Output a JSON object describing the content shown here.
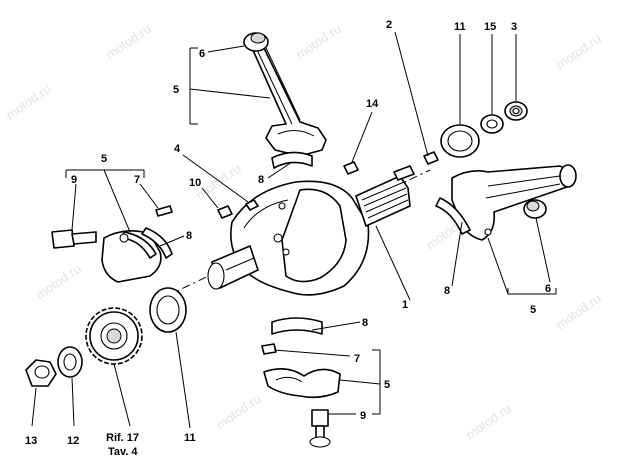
{
  "watermark": "motod.ru",
  "callouts": {
    "c5_top": "5",
    "c6_top": "6",
    "c2": "2",
    "c11_top": "11",
    "c15": "15",
    "c3": "3",
    "c14": "14",
    "c4": "4",
    "c10": "10",
    "c8_mid": "8",
    "c5_left": "5",
    "c9_left": "9",
    "c7_left": "7",
    "c8_left": "8",
    "c1": "1",
    "c8_right": "8",
    "c6_right": "6",
    "c5_right": "5",
    "c8_bottom": "8",
    "c7_bottom": "7",
    "c5_bottom": "5",
    "c9_bottom": "9",
    "c13": "13",
    "c12": "12",
    "c11_bottom": "11"
  },
  "reference": {
    "line1": "Rif. 17",
    "line2": "Tav. 4"
  }
}
